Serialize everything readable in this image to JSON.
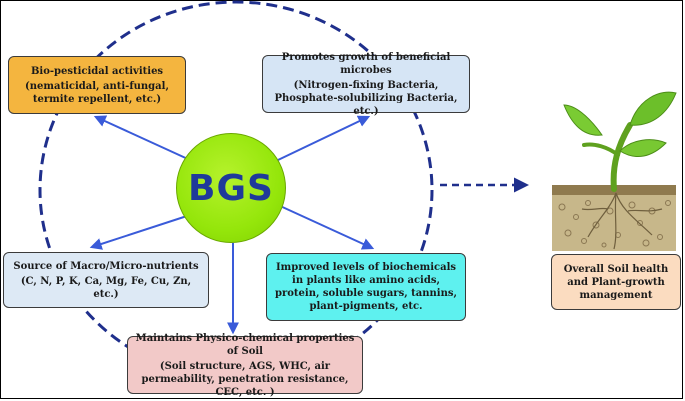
{
  "center": {
    "label": "BGS"
  },
  "boxes": {
    "bio_pesticidal": {
      "title": "Bio-pesticidal activities",
      "body": "(nematicidal, anti-fungal, termite repellent, etc.)"
    },
    "promotes": {
      "title": "Promotes growth of beneficial microbes",
      "body": "(Nitrogen-fixing Bacteria, Phosphate-solubilizing Bacteria, etc.)"
    },
    "source": {
      "title": "Source of Macro/Micro-nutrients",
      "body": "(C, N, P, K, Ca, Mg, Fe, Cu, Zn, etc.)"
    },
    "improved": {
      "title": "Improved levels of biochemicals in plants like amino acids, protein, soluble sugars, tannins, plant-pigments, etc."
    },
    "maintains": {
      "title": "Maintains Physico-chemical properties of Soil",
      "body": "(Soil structure, AGS, WHC, air permeability, penetration resistance, CEC, etc. )"
    },
    "overall": {
      "title": "Overall Soil health and Plant-growth management"
    }
  },
  "colors": {
    "dashed_ring": "#1f2f8c",
    "arrows": "#3a5bd9",
    "bio_box": "#f4b53f",
    "promotes_box": "#d6e5f5",
    "source_box": "#dde9f5",
    "improved_box": "#5ef1ef",
    "maintains_box": "#f2c9c8",
    "overall_box": "#fbdcc0",
    "center_circle": "#95e60b",
    "center_text": "#1f3a9a"
  },
  "icons": [
    "plant-illustration",
    "soil-illustration"
  ]
}
